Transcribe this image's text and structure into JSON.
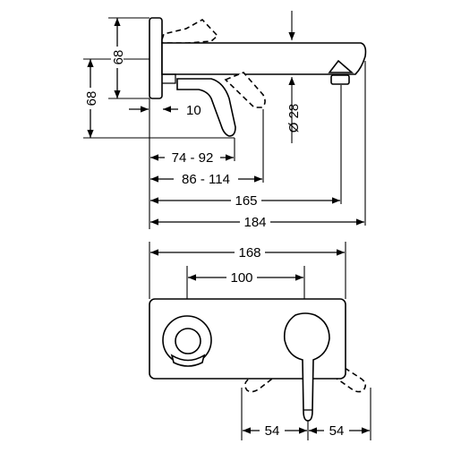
{
  "side_view": {
    "dims": {
      "height_upper": "68",
      "height_lower": "68",
      "plate_thickness": "10",
      "diameter": "Ø 28",
      "depth_a": "74 - 92",
      "depth_b": "86 - 114",
      "depth_c": "165",
      "depth_d": "184"
    }
  },
  "front_view": {
    "dims": {
      "plate_width": "168",
      "center_distance": "100",
      "lever_left": "54",
      "lever_right": "54"
    }
  }
}
